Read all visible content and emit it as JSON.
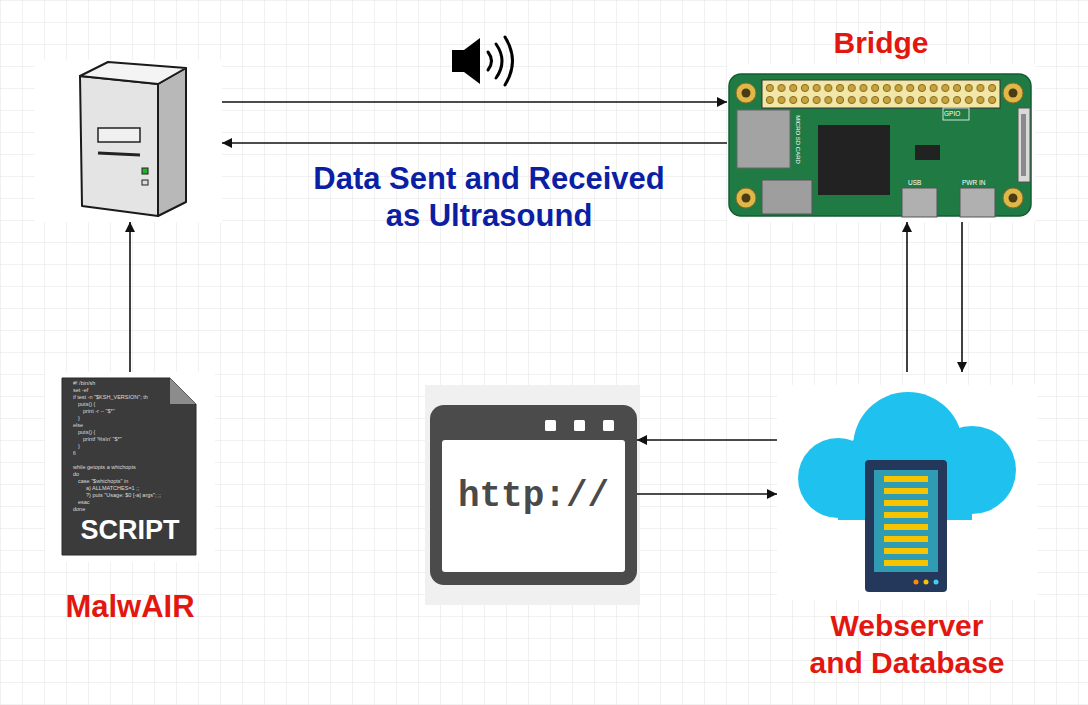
{
  "diagram": {
    "nodes": [
      {
        "text": []
      },
      {
        "text": [
          "Bridge"
        ]
      },
      {
        "text": [
          "SCRIPT",
          "MalwAIR"
        ]
      },
      {
        "text": [
          "http://"
        ]
      },
      {
        "text": [
          "Webserver and Database"
        ]
      }
    ],
    "edges": [
      {
        "from": 0,
        "to": 1,
        "arrow": "to"
      },
      {
        "from": 1,
        "to": 0,
        "label": "Data Sent and Received as Ultrasound",
        "arrow": "to"
      },
      {
        "from": 2,
        "to": 0,
        "arrow": "to"
      },
      {
        "from": 4,
        "to": 1,
        "arrow": "to"
      },
      {
        "from": 1,
        "to": 4,
        "arrow": "to"
      },
      {
        "from": 4,
        "to": 3,
        "arrow": "to"
      },
      {
        "from": 3,
        "to": 4,
        "arrow": "to"
      }
    ],
    "labels": [
      "GPIO",
      "MICRO SD CARD",
      "USB",
      "PWR IN",
      "#! /bin/sh",
      "set -ef",
      "if test -n \"$KSH_VERSION\"; th",
      "puts() {",
      "print -r -- \"$*\"",
      "}",
      "else",
      "puts() {",
      "printf '%s\\n' \"$*\"",
      "}",
      "fi",
      "while getopts a whichopts",
      "do",
      "case \"$whichopts\" in",
      "a) ALLMATCHES=1 ;;",
      "?) puts \"Usage: $0 [-a] args\"; ;;",
      "esac",
      "done"
    ]
  }
}
